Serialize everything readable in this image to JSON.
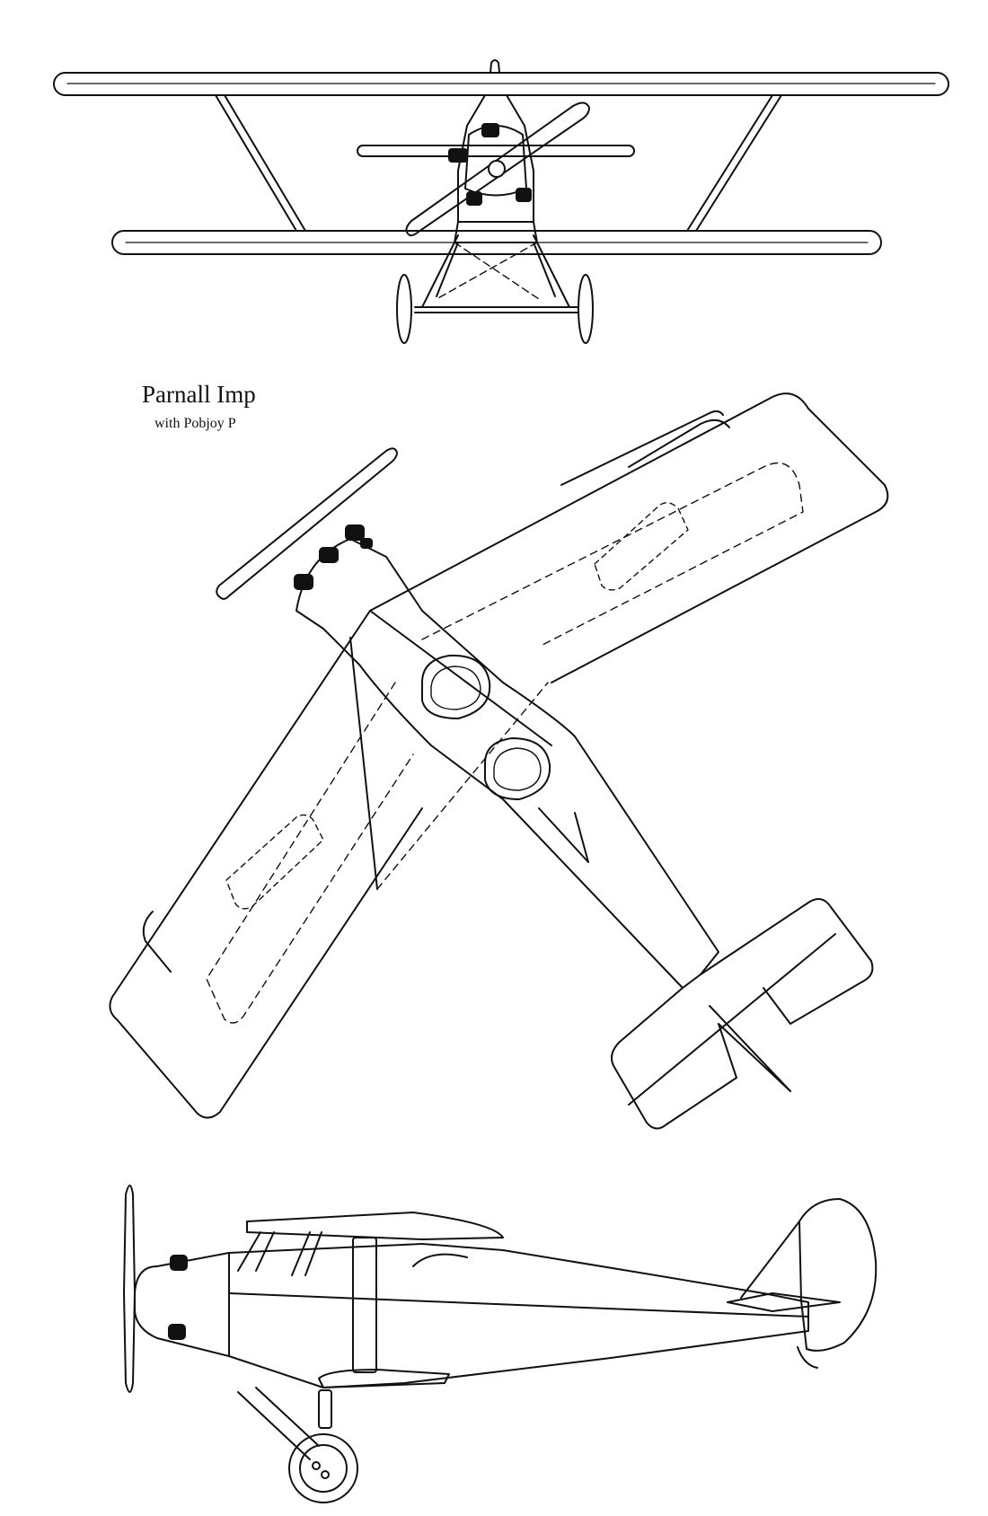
{
  "drawing": {
    "title": "Parnall Imp",
    "subtitle": "with Pobjoy P"
  },
  "views": [
    {
      "name": "front-view"
    },
    {
      "name": "top-view"
    },
    {
      "name": "side-view"
    }
  ],
  "style": {
    "line_color": "#111111",
    "paper_color": "#ffffff"
  }
}
